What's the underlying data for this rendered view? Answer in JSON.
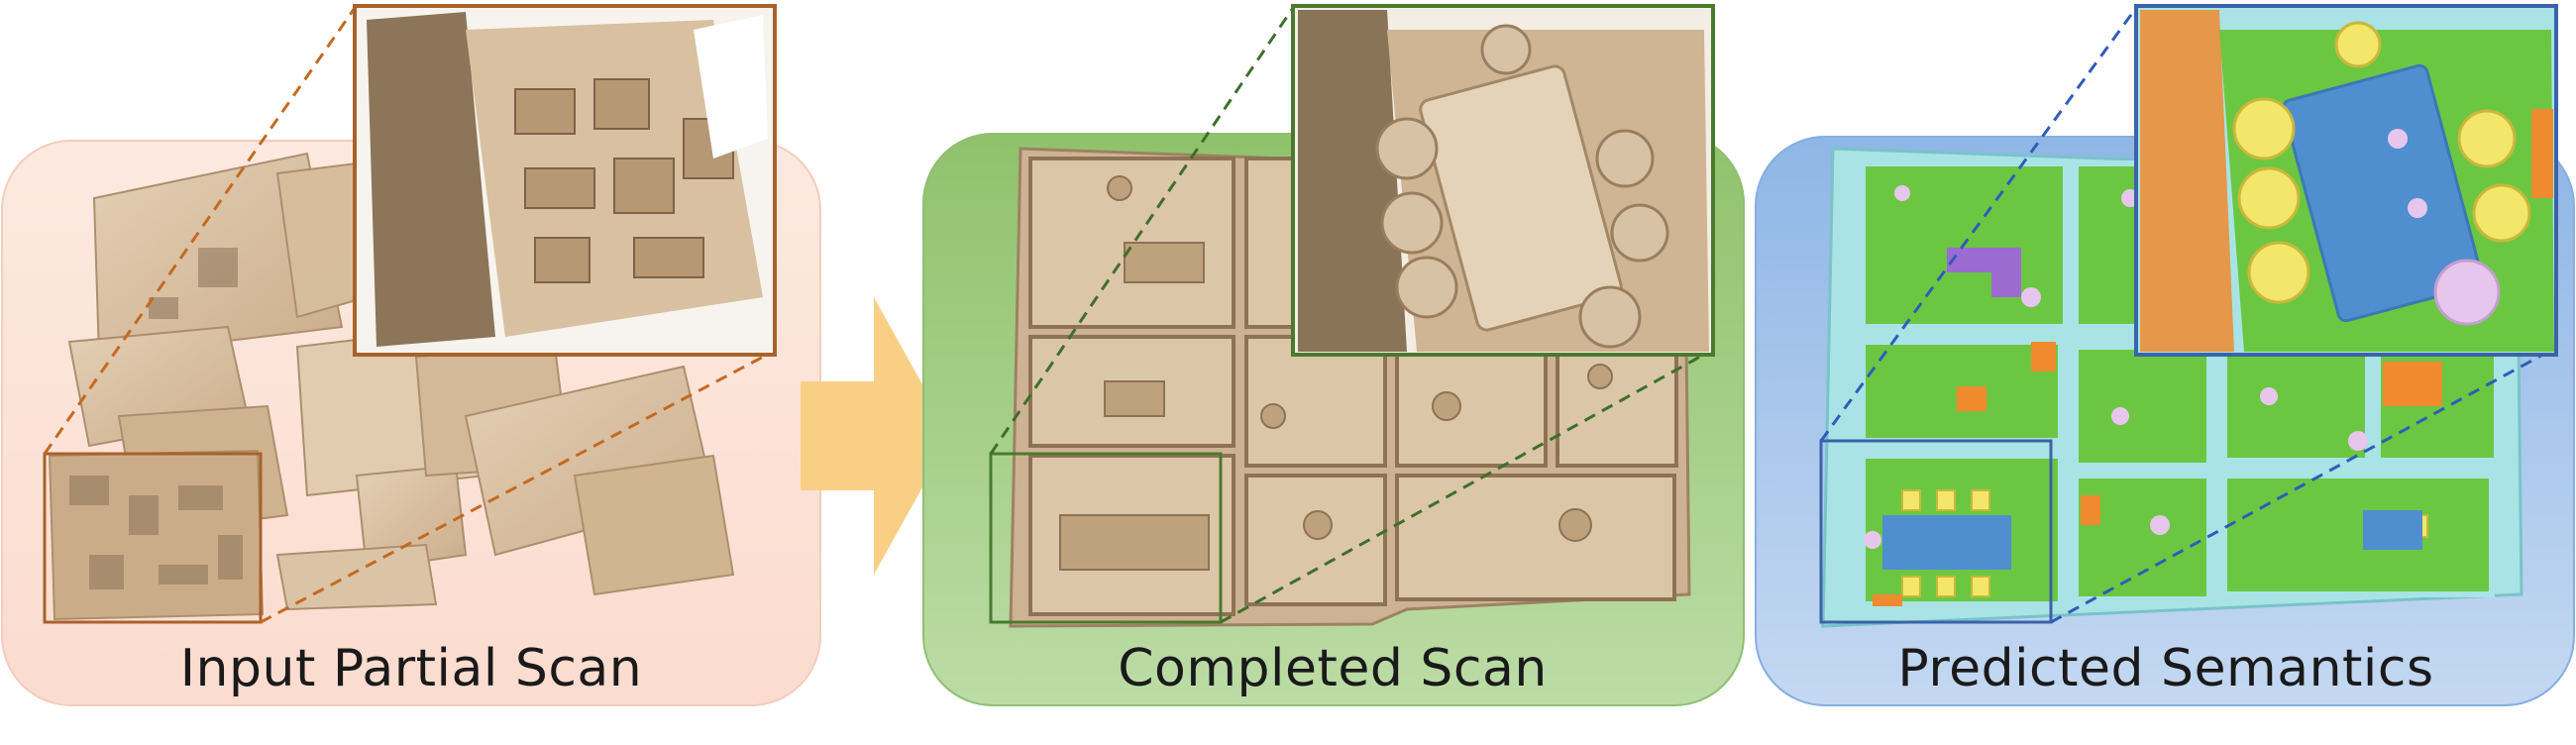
{
  "panels": [
    {
      "id": "input",
      "label": "Input Partial Scan",
      "color": "#fbe1d6",
      "border": "#f2cbb9"
    },
    {
      "id": "completed",
      "label": "Completed Scan",
      "color": "#a8d08c",
      "border": "#8fbf73"
    },
    {
      "id": "semantics",
      "label": "Predicted Semantics",
      "color": "#a9c7ea",
      "border": "#86aee0"
    }
  ],
  "arrow_color": "#f9cf86",
  "mesh_color": "#d9c1a2",
  "zoom_box_colors": {
    "input": "#a8622a",
    "completed": "#4a7a2f",
    "semantics": "#3b63a8"
  },
  "semantic_colors": {
    "floor": "#6bc742",
    "wall": "#a9e3e6",
    "chair": "#f2e66b",
    "table": "#4f8fd0",
    "object": "#e7c6ee",
    "cabinet": "#f08a2e",
    "sofa": "#9b6bd1"
  }
}
